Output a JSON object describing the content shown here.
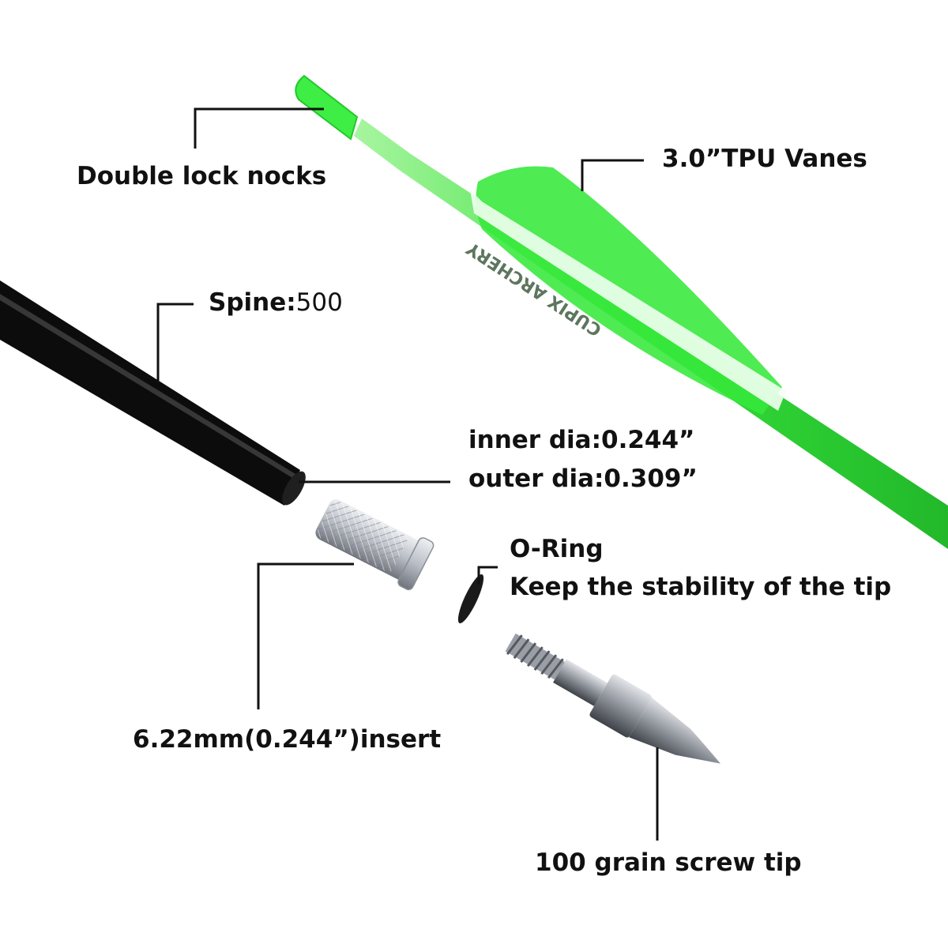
{
  "colors": {
    "fletching": "#32e63a",
    "shaft_dark": "#0c0c0c",
    "metal": "#c9ccd2",
    "line": "#111111"
  },
  "brand_logo_text": "CUPIX ARCHERY",
  "labels": {
    "nocks": "Double lock nocks",
    "vanes": "3.0”TPU Vanes",
    "spine_key": "Spine:",
    "spine_value": "500",
    "inner_dia": "inner dia:0.244”",
    "outer_dia": "outer dia:0.309”",
    "oring_title": "O-Ring",
    "oring_desc": "Keep the stability of the tip",
    "insert": "6.22mm(0.244”)insert",
    "tip": "100 grain screw tip"
  }
}
